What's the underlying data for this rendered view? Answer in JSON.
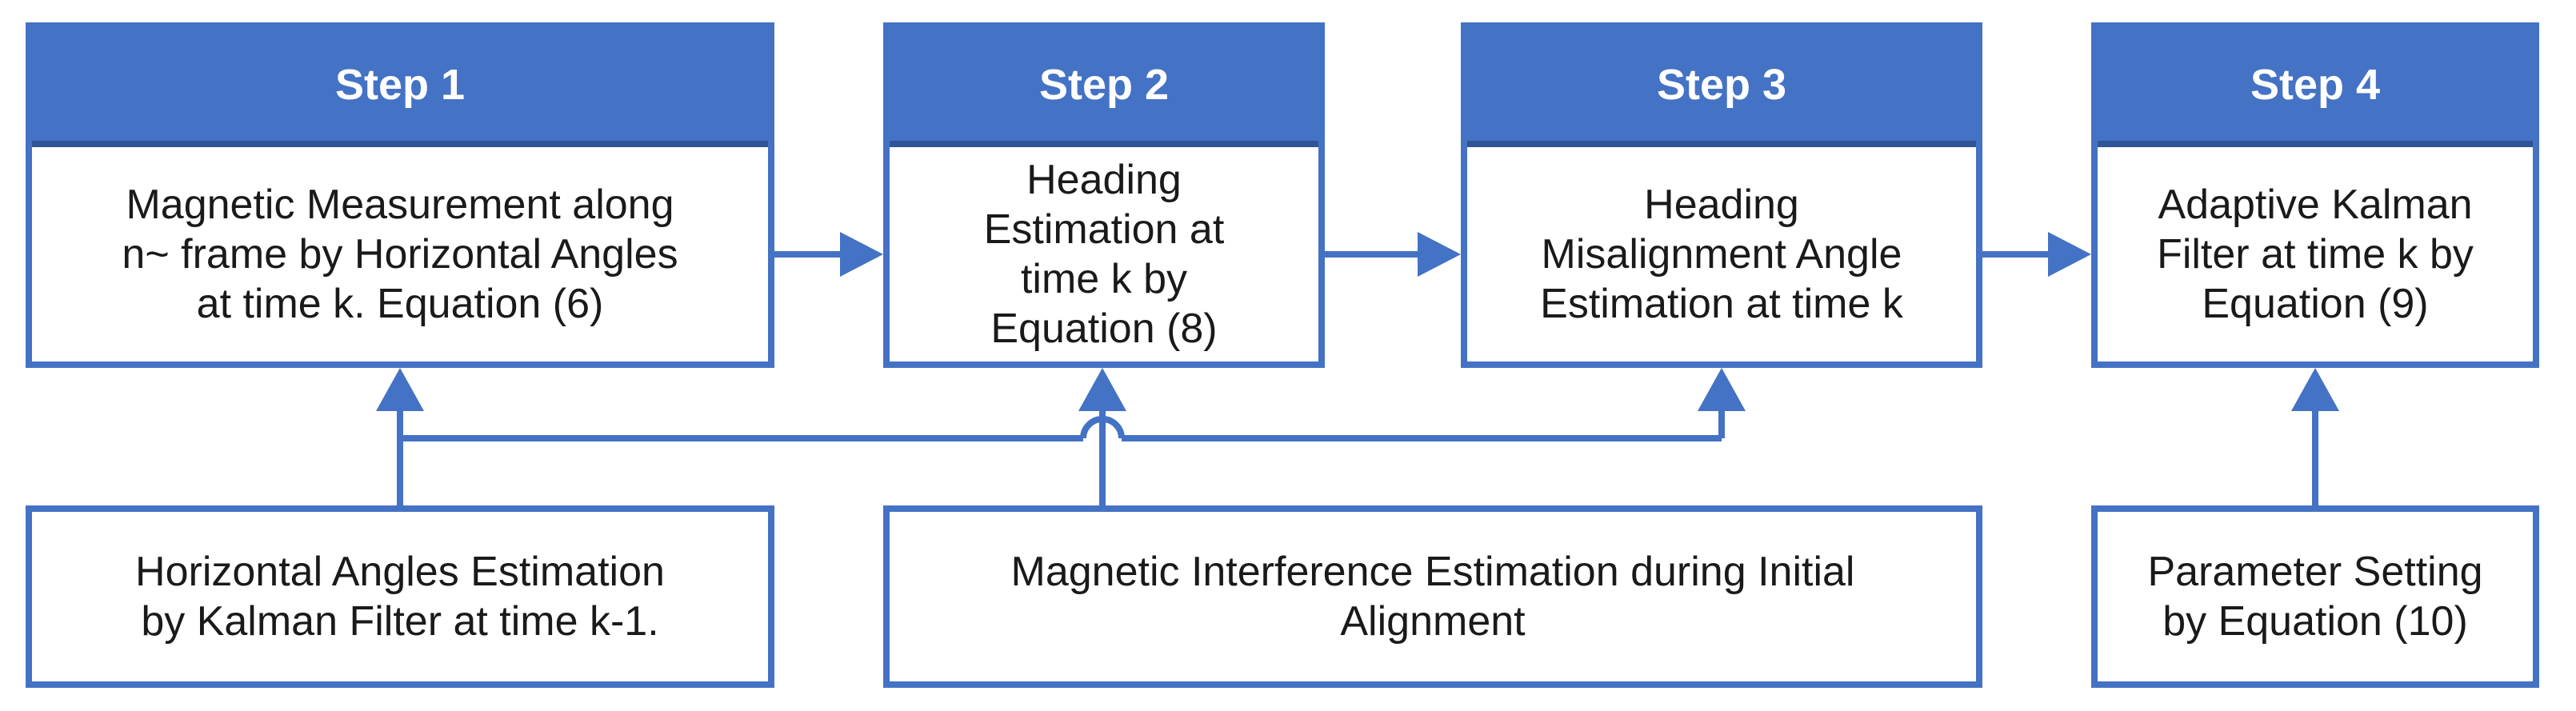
{
  "steps": [
    {
      "header": "Step 1",
      "body": "Magnetic Measurement along\nn~ frame by Horizontal Angles\nat time k. Equation (6)"
    },
    {
      "header": "Step 2",
      "body": "Heading\nEstimation at\ntime k by\nEquation (8)"
    },
    {
      "header": "Step 3",
      "body": "Heading\nMisalignment Angle\nEstimation at time k"
    },
    {
      "header": "Step 4",
      "body": "Adaptive Kalman\nFilter at time k by\nEquation (9)"
    }
  ],
  "inputs": [
    {
      "text": "Horizontal Angles Estimation\nby Kalman Filter at time k-1."
    },
    {
      "text": "Magnetic  Interference Estimation during Initial\nAlignment"
    },
    {
      "text": "Parameter Setting\nby Equation (10)"
    }
  ],
  "colors": {
    "accent": "#4472C4",
    "header_border": "#2F5597",
    "text": "#1a1a1a",
    "header_text": "#ffffff"
  }
}
